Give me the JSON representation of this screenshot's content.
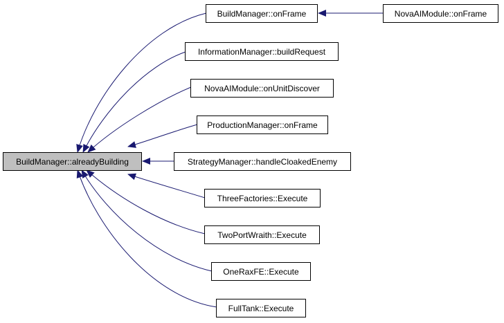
{
  "graph": {
    "colors": {
      "edge": "#191970",
      "focus_fill": "#bfbfbf",
      "node_fill": "#ffffff",
      "border": "#000000"
    },
    "focus": {
      "label": "BuildManager::alreadyBuilding"
    },
    "callers": [
      {
        "label": "BuildManager::onFrame"
      },
      {
        "label": "InformationManager::buildRequest"
      },
      {
        "label": "NovaAIModule::onUnitDiscover"
      },
      {
        "label": "ProductionManager::onFrame"
      },
      {
        "label": "StrategyManager::handleCloakedEnemy"
      },
      {
        "label": "ThreeFactories::Execute"
      },
      {
        "label": "TwoPortWraith::Execute"
      },
      {
        "label": "OneRaxFE::Execute"
      },
      {
        "label": "FullTank::Execute"
      }
    ],
    "second_level": {
      "label": "NovaAIModule::onFrame"
    }
  }
}
